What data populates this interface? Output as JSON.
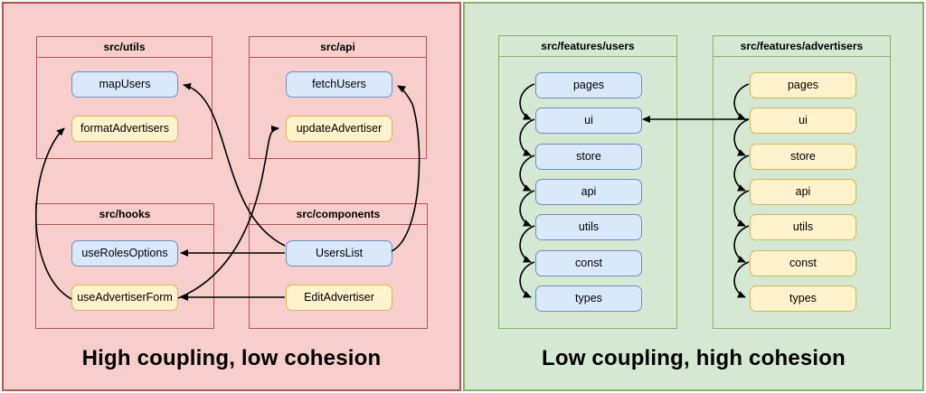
{
  "left_panel": {
    "caption": "High coupling, low cohesion",
    "bg_color": "#f8cecc",
    "border_color": "#b85450",
    "groups": [
      {
        "title": "src/utils",
        "nodes": [
          {
            "label": "mapUsers",
            "color": "blue"
          },
          {
            "label": "formatAdvertisers",
            "color": "yellow"
          }
        ]
      },
      {
        "title": "src/api",
        "nodes": [
          {
            "label": "fetchUsers",
            "color": "blue"
          },
          {
            "label": "updateAdvertiser",
            "color": "yellow"
          }
        ]
      },
      {
        "title": "src/hooks",
        "nodes": [
          {
            "label": "useRolesOptions",
            "color": "blue"
          },
          {
            "label": "useAdvertiserForm",
            "color": "yellow"
          }
        ]
      },
      {
        "title": "src/components",
        "nodes": [
          {
            "label": "UsersList",
            "color": "blue"
          },
          {
            "label": "EditAdvertiser",
            "color": "yellow"
          }
        ]
      }
    ],
    "edges": [
      {
        "from": "UsersList",
        "to": "mapUsers"
      },
      {
        "from": "UsersList",
        "to": "fetchUsers"
      },
      {
        "from": "UsersList",
        "to": "useRolesOptions"
      },
      {
        "from": "EditAdvertiser",
        "to": "useAdvertiserForm"
      },
      {
        "from": "useAdvertiserForm",
        "to": "updateAdvertiser"
      },
      {
        "from": "useAdvertiserForm",
        "to": "formatAdvertisers"
      }
    ]
  },
  "right_panel": {
    "caption": "Low coupling, high cohesion",
    "bg_color": "#d5e8d4",
    "border_color": "#82b366",
    "features": [
      {
        "title": "src/features/users",
        "node_color": "blue",
        "items": [
          "pages",
          "ui",
          "store",
          "api",
          "utils",
          "const",
          "types"
        ]
      },
      {
        "title": "src/features/advertisers",
        "node_color": "yellow",
        "items": [
          "pages",
          "ui",
          "store",
          "api",
          "utils",
          "const",
          "types"
        ]
      }
    ],
    "edges": [
      {
        "from": "advertisers/ui",
        "to": "users/ui"
      },
      {
        "from": "users/pages",
        "to": "users/ui"
      },
      {
        "from": "users/ui",
        "to": "users/store"
      },
      {
        "from": "users/store",
        "to": "users/api"
      },
      {
        "from": "users/api",
        "to": "users/utils"
      },
      {
        "from": "users/utils",
        "to": "users/const"
      },
      {
        "from": "users/const",
        "to": "users/types"
      },
      {
        "from": "advertisers/pages",
        "to": "advertisers/ui"
      },
      {
        "from": "advertisers/ui",
        "to": "advertisers/store"
      },
      {
        "from": "advertisers/store",
        "to": "advertisers/api"
      },
      {
        "from": "advertisers/api",
        "to": "advertisers/utils"
      },
      {
        "from": "advertisers/utils",
        "to": "advertisers/const"
      },
      {
        "from": "advertisers/const",
        "to": "advertisers/types"
      }
    ]
  },
  "node_colors": {
    "blue_fill": "#dae8fc",
    "blue_border": "#6c8ebf",
    "yellow_fill": "#fff2cc",
    "yellow_border": "#d6b656"
  },
  "arrow_color": "#000000"
}
